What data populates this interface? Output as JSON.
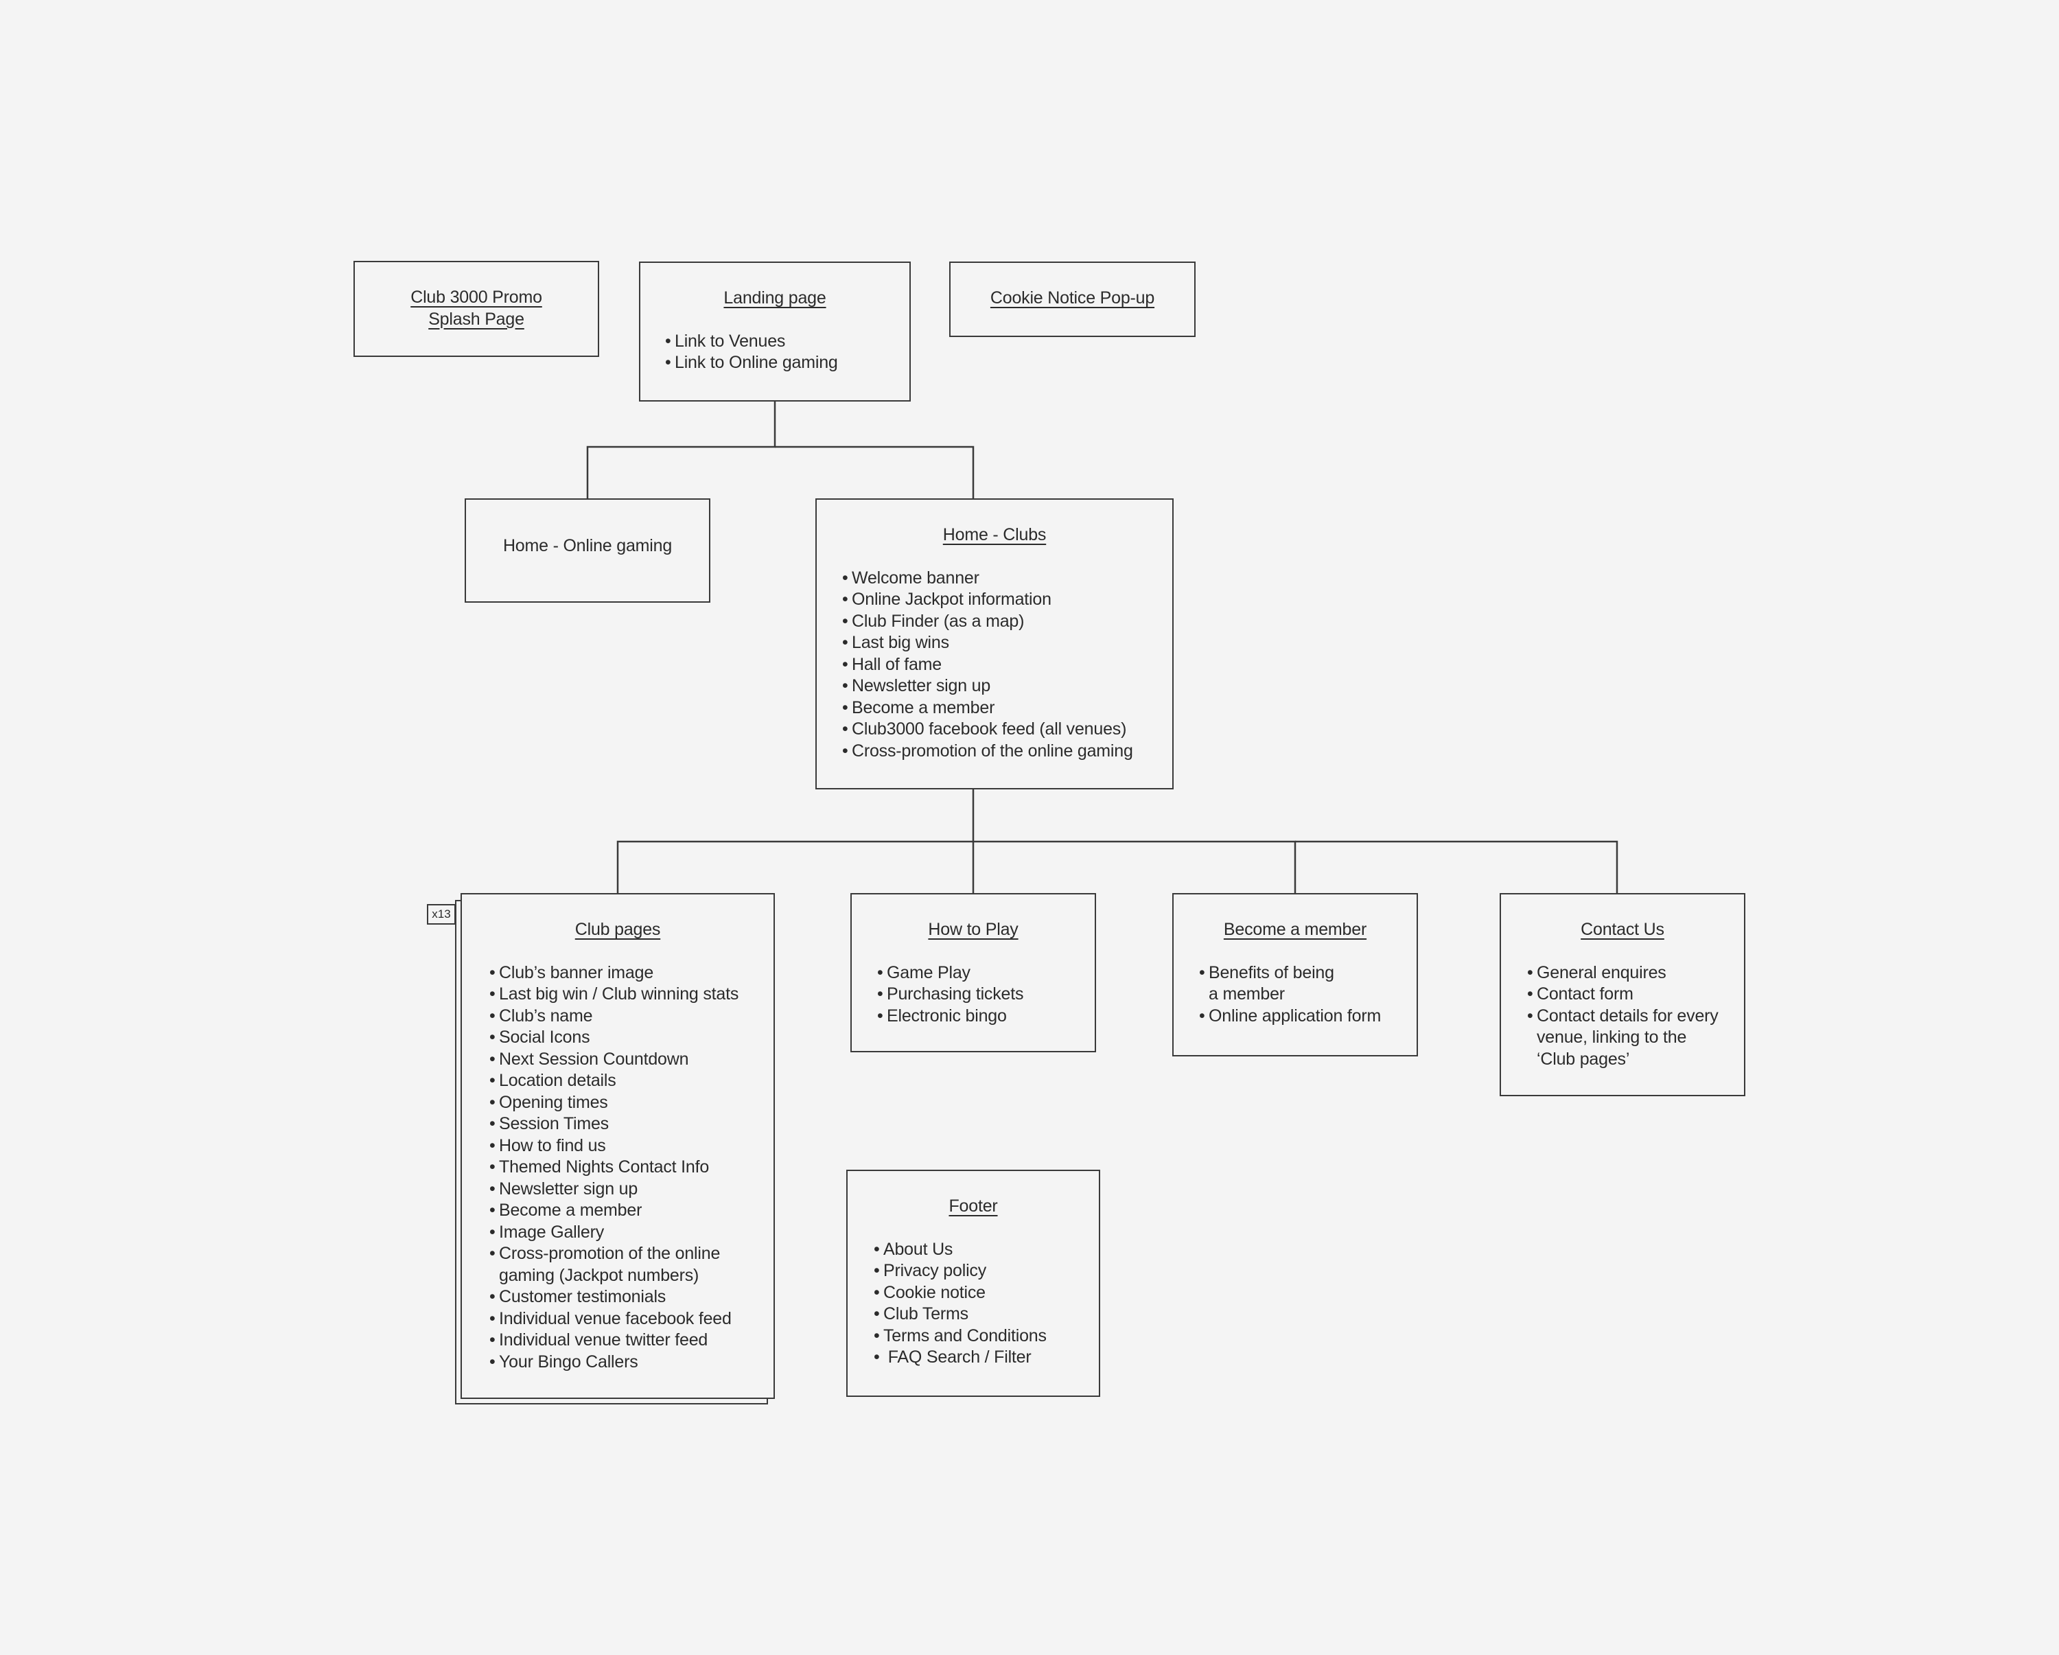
{
  "diagram": {
    "nodes": {
      "promo": {
        "title_lines": [
          "Club 3000  Promo",
          "Splash Page"
        ]
      },
      "landing": {
        "title": "Landing page",
        "items": [
          "Link to Venues",
          "Link to Online gaming"
        ]
      },
      "cookie": {
        "title": "Cookie Notice Pop-up"
      },
      "home_online": {
        "title": "Home - Online gaming"
      },
      "home_clubs": {
        "title": "Home - Clubs",
        "items": [
          "Welcome banner",
          "Online Jackpot information",
          "Club Finder (as a map)",
          "Last big wins",
          "Hall of fame",
          "Newsletter sign up",
          "Become a member",
          "Club3000 facebook feed (all venues)",
          "Cross-promotion of the online gaming"
        ]
      },
      "club_pages": {
        "title": "Club pages",
        "badge": "x13",
        "items": [
          "Club’s banner image",
          "Last big win / Club winning stats",
          "Club’s name",
          "Social Icons",
          "Next Session Countdown",
          "Location details",
          "Opening times",
          "Session Times",
          "How to find us",
          "Themed Nights Contact Info",
          "Newsletter sign up",
          "Become a member",
          "Image Gallery",
          "Cross-promotion of the online gaming (Jackpot numbers)",
          "Customer testimonials",
          "Individual venue facebook feed",
          "Individual venue twitter feed",
          "Your Bingo Callers"
        ]
      },
      "how_to_play": {
        "title": "How to Play",
        "items": [
          "Game Play",
          "Purchasing tickets",
          "Electronic bingo"
        ]
      },
      "become_member": {
        "title": "Become a member",
        "items": [
          "Benefits of being a member",
          "Online application form"
        ]
      },
      "contact": {
        "title": "Contact Us",
        "items": [
          "General enquires",
          "Contact form",
          "Contact details for every venue, linking to the ‘Club pages’"
        ]
      },
      "footer": {
        "title": "Footer",
        "items": [
          "About Us",
          "Privacy policy",
          "Cookie notice",
          "Club Terms",
          "Terms and Conditions",
          " FAQ Search / Filter"
        ]
      }
    },
    "edges": [
      {
        "from": "Landing page",
        "to": "Home - Online gaming"
      },
      {
        "from": "Landing page",
        "to": "Home - Clubs"
      },
      {
        "from": "Home - Clubs",
        "to": "Club pages"
      },
      {
        "from": "Home - Clubs",
        "to": "How to Play"
      },
      {
        "from": "Home - Clubs",
        "to": "Become a member"
      },
      {
        "from": "Home - Clubs",
        "to": "Contact Us"
      }
    ]
  }
}
